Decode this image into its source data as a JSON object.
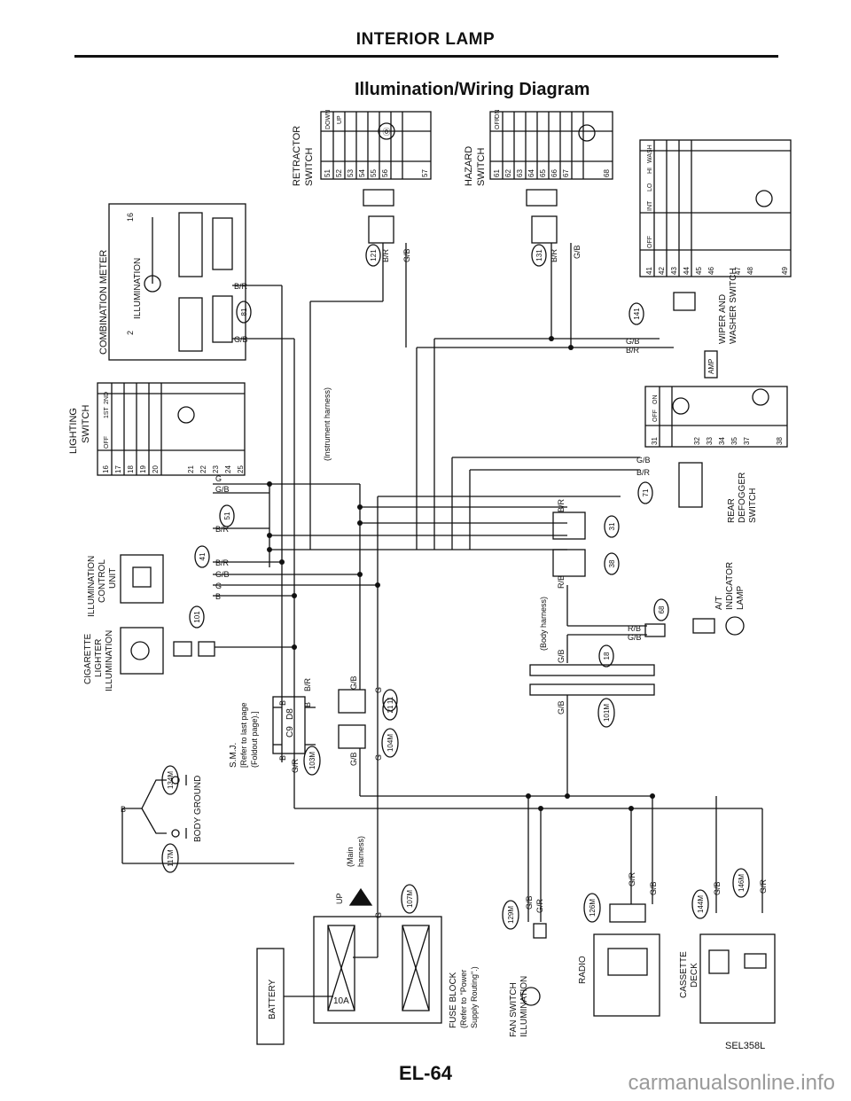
{
  "header": {
    "title": "INTERIOR LAMP",
    "subtitle": "Illumination/Wiring Diagram"
  },
  "footer": {
    "page_number": "EL-64",
    "figure_code": "SEL358L",
    "watermark": "carmanualsonline.info"
  },
  "components": {
    "retractor_switch": {
      "name_line1": "RETRACTOR",
      "name_line2": "SWITCH",
      "positions": [
        "DOWN",
        "UP"
      ],
      "terminals": [
        "51",
        "52",
        "53",
        "54",
        "55",
        "56",
        "57"
      ]
    },
    "hazard_switch": {
      "name_line1": "HAZARD",
      "name_line2": "SWITCH",
      "positions": [
        "OFF",
        "ON"
      ],
      "terminals": [
        "61",
        "62",
        "63",
        "64",
        "65",
        "66",
        "67",
        "68"
      ]
    },
    "wiper_washer_switch": {
      "name_line1": "WIPER AND",
      "name_line2": "WASHER SWITCH",
      "positions": [
        "OFF",
        "INT",
        "LO",
        "HI",
        "WASH"
      ],
      "terminals": [
        "41",
        "42",
        "43",
        "44",
        "45",
        "46",
        "47",
        "48",
        "49"
      ],
      "amp": "AMP"
    },
    "combination_meter": {
      "name": "COMBINATION METER",
      "inner_label": "ILLUMINATION",
      "terminal_left": "2",
      "terminal_right": "16"
    },
    "lighting_switch": {
      "name_line1": "LIGHTING",
      "name_line2": "SWITCH",
      "positions": [
        "OFF",
        "1ST",
        "2ND"
      ],
      "terminals": [
        "16",
        "17",
        "18",
        "19",
        "20",
        "21",
        "22",
        "23",
        "24",
        "25"
      ]
    },
    "rear_defogger_switch": {
      "name_line1": "REAR",
      "name_line2": "DEFOGGER",
      "name_line3": "SWITCH",
      "positions": [
        "OFF",
        "ON"
      ],
      "terminals": [
        "31",
        "32",
        "33",
        "34",
        "35",
        "37",
        "38"
      ]
    },
    "illumination_control_unit": {
      "name_line1": "ILLUMINATION",
      "name_line2": "CONTROL",
      "name_line3": "UNIT"
    },
    "cigarette_lighter": {
      "name_line1": "CIGARETTE",
      "name_line2": "LIGHTER",
      "name_line3": "ILLUMINATION"
    },
    "at_indicator": {
      "name_line1": "A/T",
      "name_line2": "INDICATOR",
      "name_line3": "LAMP"
    },
    "smj": {
      "name": "S.M.J.",
      "note_line1": "[Refer to last page",
      "note_line2": "(Foldout page).]",
      "terminals": [
        "C9",
        "D8"
      ]
    },
    "body_ground": {
      "name": "BODY GROUND"
    },
    "fuse_block": {
      "name": "FUSE BLOCK",
      "note_line1": "(Refer to \"Power",
      "note_line2": "Supply Routing\".)",
      "fuse": "10A"
    },
    "battery": {
      "name": "BATTERY"
    },
    "fan_switch": {
      "name_line1": "FAN SWITCH",
      "name_line2": "ILLUMINATION"
    },
    "radio": {
      "name": "RADIO"
    },
    "cassette_deck": {
      "name_line1": "CASSETTE",
      "name_line2": "DECK"
    },
    "up_marker": "UP"
  },
  "harness_labels": {
    "instrument": "(Instrument harness)",
    "body": "(Body harness)",
    "main_line1": "(Main",
    "main_line2": "harness)"
  },
  "connectors": [
    "121",
    "131",
    "141",
    "81",
    "51",
    "41",
    "101",
    "71",
    "31",
    "38",
    "68",
    "18",
    "101M",
    "11",
    "21",
    "104M",
    "103M",
    "134M",
    "117M",
    "107M",
    "129M",
    "126M",
    "144M",
    "146M"
  ],
  "wire_colors": {
    "BR": "B/R",
    "GB": "G/B",
    "G": "G",
    "B": "B",
    "RB": "R/B",
    "GR": "G/R"
  }
}
